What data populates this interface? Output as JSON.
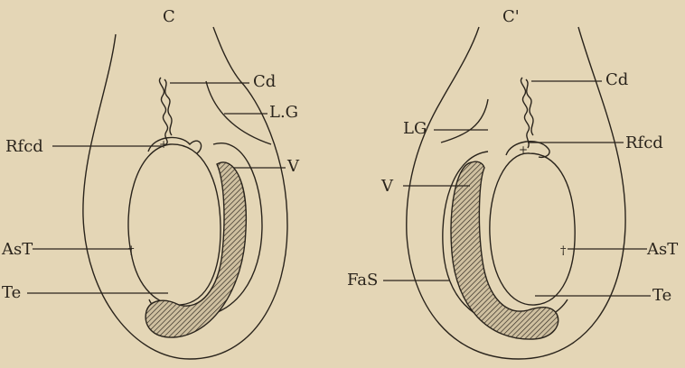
{
  "figure": {
    "left_panel": {
      "title": "C",
      "labels": {
        "cd": "Cd",
        "lg": "L.G",
        "rfcd": "Rfcd",
        "v": "V",
        "ast": "AsT",
        "te": "Te"
      }
    },
    "right_panel": {
      "title": "C'",
      "labels": {
        "cd": "Cd",
        "lg": "LG",
        "rfcd": "Rfcd",
        "v": "V",
        "ast": "AsT",
        "fas": "FaS",
        "te": "Te"
      }
    }
  },
  "colors": {
    "paper": "#e4d6b6",
    "ink": "#2a241c"
  }
}
